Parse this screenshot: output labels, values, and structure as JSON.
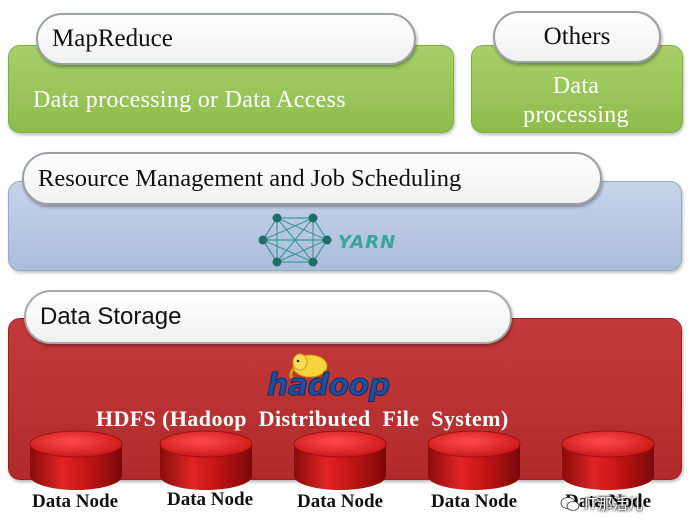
{
  "layers": {
    "processing": {
      "title": "MapReduce",
      "subtitle": "Data processing or Data Access"
    },
    "others": {
      "title": "Others",
      "subtitle_line1": "Data",
      "subtitle_line2": "processing"
    },
    "resource": {
      "title": "Resource Management and Job Scheduling",
      "logo_text": "YARN"
    },
    "storage": {
      "title": "Data Storage",
      "logo_text": "hadoop",
      "subtitle": "HDFS (Hadoop  Distributed  File  System)"
    }
  },
  "data_nodes": [
    "Data Node",
    "Data Node",
    "Data Node",
    "Data Node",
    "Data Node"
  ],
  "watermark": "IT那活儿",
  "colors": {
    "green": "#94c353",
    "blue": "#b4c6e2",
    "red": "#bd3232",
    "yarn_network": "#2f8f8a",
    "hadoop_yellow": "#f6d43a",
    "hadoop_blue": "#1e4f9c"
  }
}
